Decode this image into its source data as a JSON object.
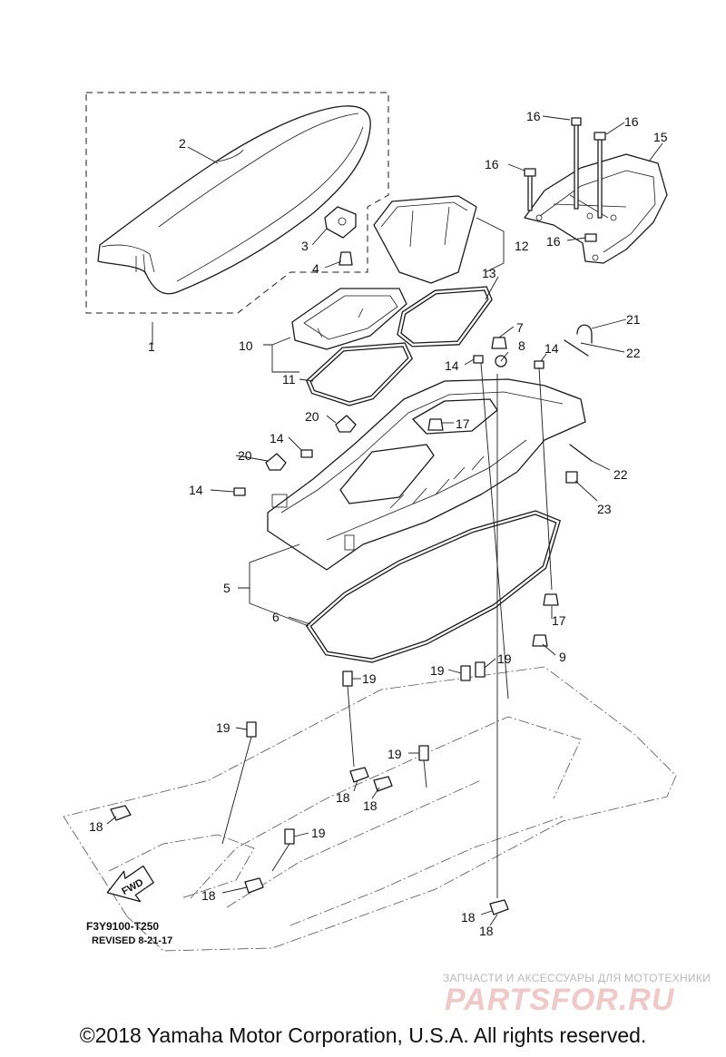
{
  "diagram": {
    "callouts": [
      "1",
      "2",
      "3",
      "4",
      "5",
      "6",
      "7",
      "8",
      "9",
      "10",
      "11",
      "12",
      "13",
      "14",
      "15",
      "16",
      "17",
      "18",
      "19",
      "20",
      "21",
      "22",
      "23"
    ],
    "fwd_label": "FWD",
    "ref_code": "F3Y9100-T250",
    "revised": "REVISED 8-21-17"
  },
  "footer": {
    "copyright": "©2018 Yamaha Motor Corporation, U.S.A. All rights reserved."
  },
  "watermark": {
    "subtitle": "ЗАПЧАСТИ И АКСЕССУАРЫ ДЛЯ МОТОТЕХНИКИ",
    "logo": "PARTSFOR.RU"
  }
}
